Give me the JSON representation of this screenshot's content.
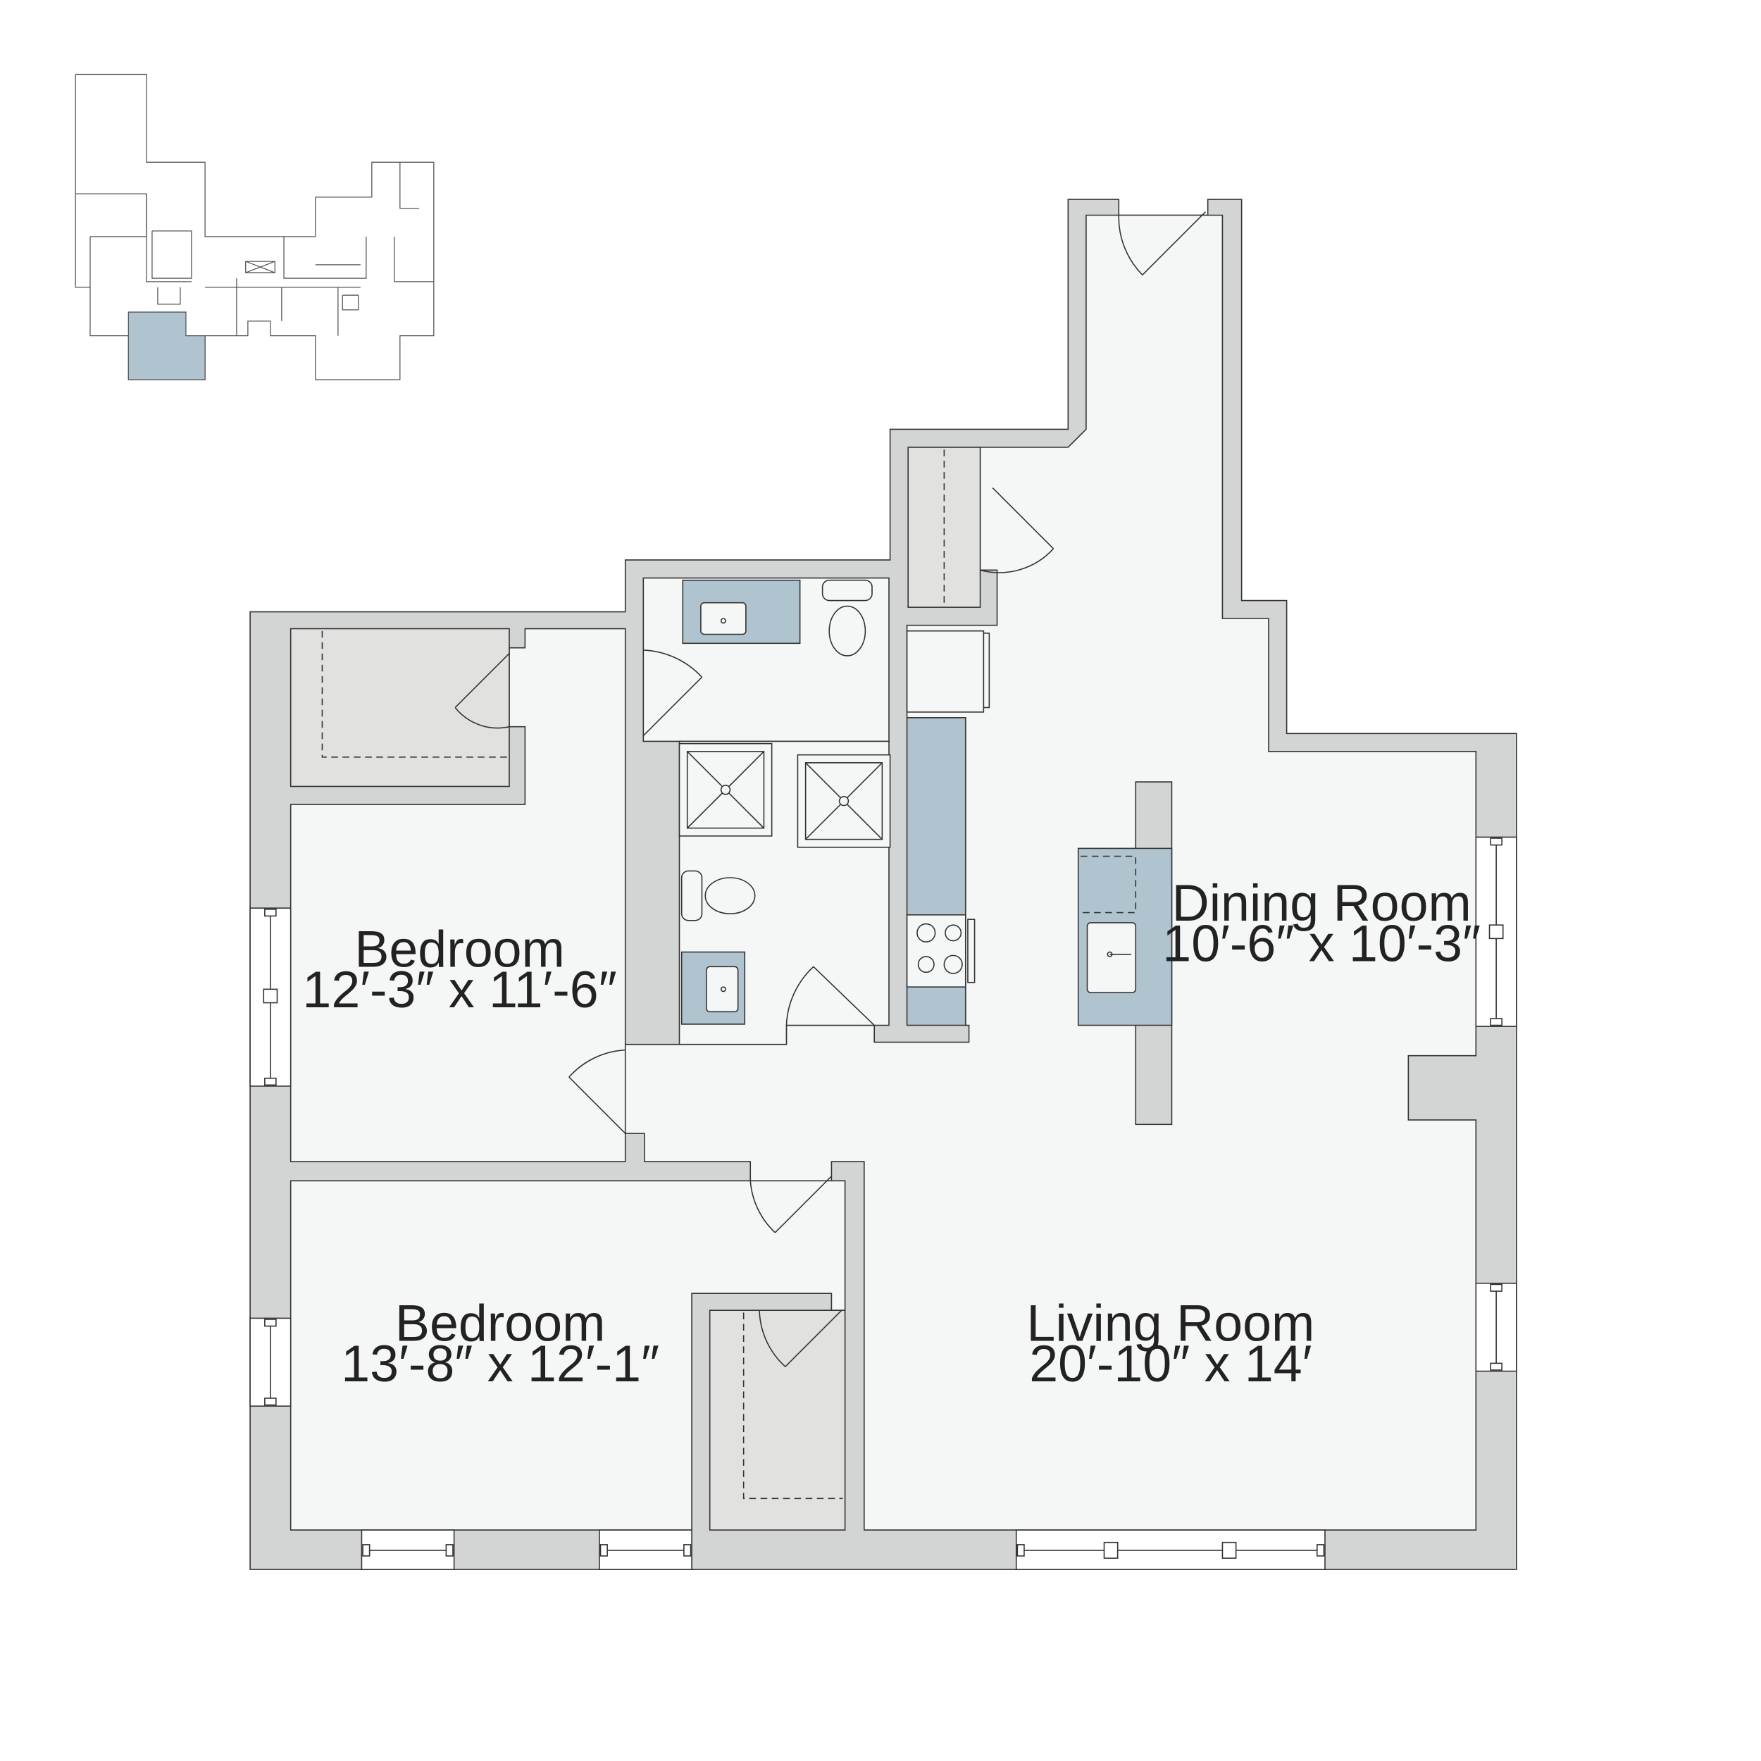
{
  "colors": {
    "wall": "#d3d4d4",
    "floor": "#f5f6f6",
    "closet": "#e1e2df",
    "fixture_blue": "#b0c4cf",
    "line": "#333333",
    "keyplan_highlight": "#b0c4cf"
  },
  "rooms": {
    "bedroom_1": {
      "name": "Bedroom",
      "dims": "12′-3″ x 11′-6″"
    },
    "bedroom_2": {
      "name": "Bedroom",
      "dims": "13′-8″ x 12′-1″"
    },
    "dining": {
      "name": "Dining Room",
      "dims": "10′-6″ x 10′-3″"
    },
    "living": {
      "name": "Living Room",
      "dims": "20′-10″ x 14′"
    }
  },
  "icons": [
    "key-plan-icon",
    "door-swing-icon",
    "window-icon",
    "shower-icon",
    "toilet-icon",
    "sink-icon",
    "cooktop-icon",
    "kitchen-island-icon"
  ]
}
